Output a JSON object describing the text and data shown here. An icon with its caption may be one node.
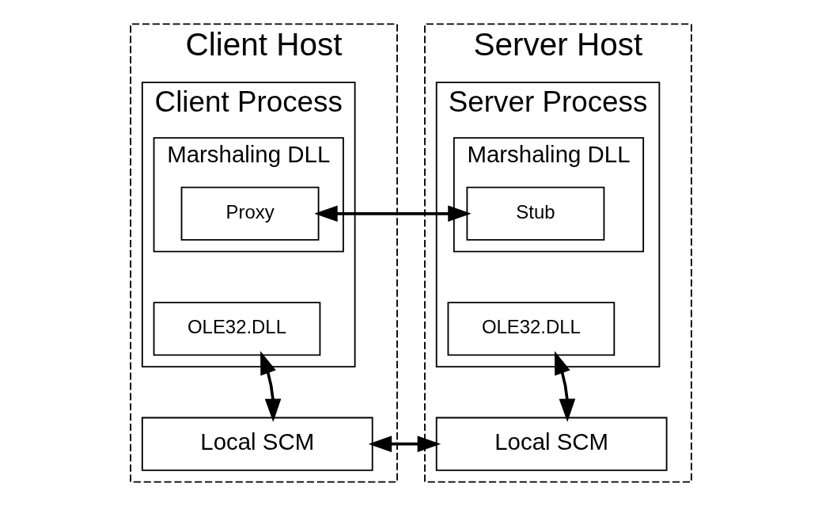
{
  "diagram": {
    "nodes": [
      {
        "text": [
          "Client Host"
        ]
      },
      {
        "text": [
          "Client Process"
        ],
        "in": 0
      },
      {
        "text": [
          "Marshaling DLL"
        ],
        "in": 1
      },
      {
        "text": [
          "Proxy"
        ],
        "in": 2
      },
      {
        "text": [
          "OLE32.DLL"
        ],
        "in": 1
      },
      {
        "text": [
          "Local SCM"
        ],
        "in": 0
      },
      {
        "text": [
          "Server Host"
        ]
      },
      {
        "text": [
          "Server Process"
        ],
        "in": 6
      },
      {
        "text": [
          "Marshaling DLL"
        ],
        "in": 7
      },
      {
        "text": [
          "Stub"
        ],
        "in": 8
      },
      {
        "text": [
          "OLE32.DLL"
        ],
        "in": 7
      },
      {
        "text": [
          "Local SCM"
        ],
        "in": 6
      }
    ],
    "edges": [
      {
        "from": 3,
        "to": 9,
        "arrow": "both"
      },
      {
        "from": 4,
        "to": 5,
        "arrow": "both"
      },
      {
        "from": 10,
        "to": 11,
        "arrow": "both"
      },
      {
        "from": 5,
        "to": 11,
        "arrow": "both"
      }
    ]
  }
}
